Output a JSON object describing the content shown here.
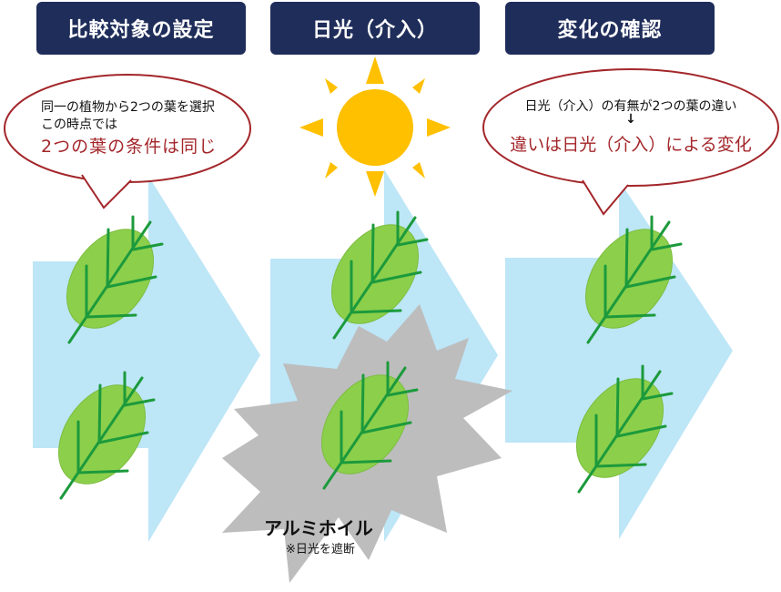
{
  "headers": {
    "left": "比較対象の設定",
    "middle": "日光（介入）",
    "right": "変化の確認"
  },
  "left_bubble": {
    "line1": "同一の植物から2つの葉を選択",
    "line2": "この時点では",
    "line3": "2つの葉の条件は同じ"
  },
  "right_bubble": {
    "line1": "日光（介入）の有無が2つの葉の違い",
    "arrow": "↓",
    "line2": "違いは日光（介入）による変化"
  },
  "foil": {
    "label": "アルミホイル",
    "note": "※日光を遮断"
  },
  "colors": {
    "header_bg": "#1f2d5a",
    "arrow_fill": "#bde6f7",
    "leaf_fill": "#8ccf4b",
    "vein": "#1c9a3c",
    "sun": "#ffc000",
    "foil": "#bdbdbd",
    "bubble_border": "#a3262a",
    "emphasis_text": "#a3262a"
  },
  "icons": [
    "sun-icon",
    "leaf-icon",
    "aluminum-foil-burst"
  ]
}
